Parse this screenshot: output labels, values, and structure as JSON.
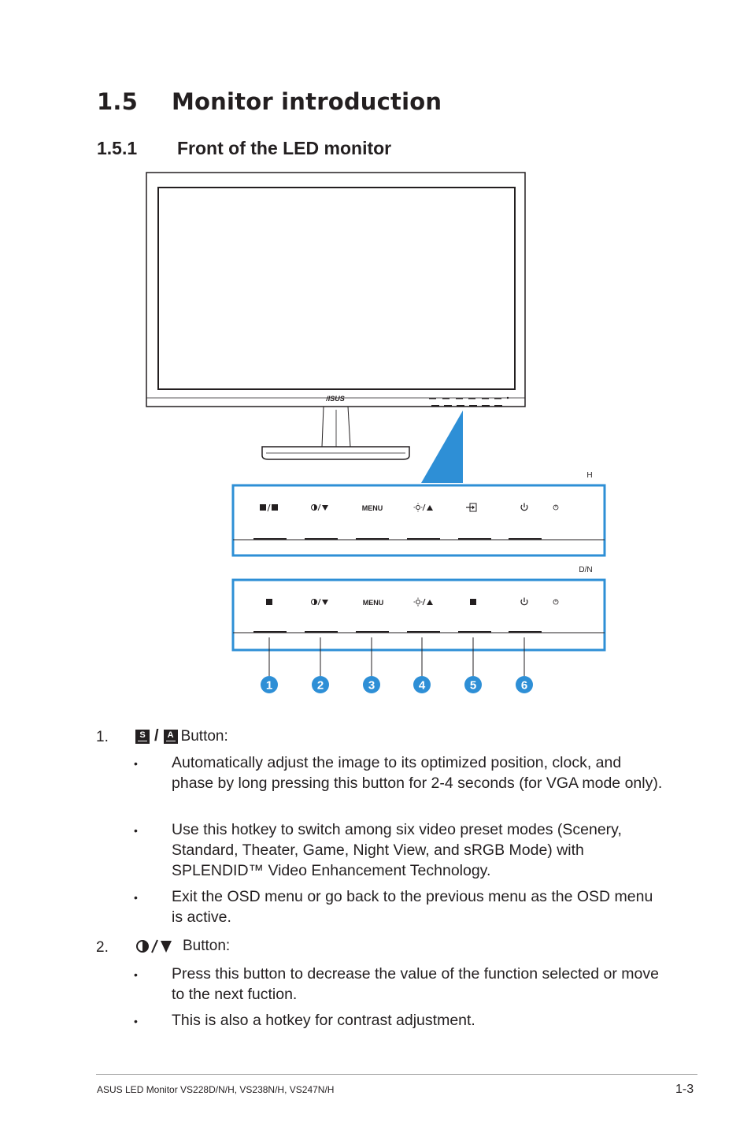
{
  "heading": {
    "number": "1.5",
    "title": "Monitor introduction"
  },
  "subheading": {
    "number": "1.5.1",
    "title": "Front of the LED monitor"
  },
  "figure": {
    "brand_logo": "/ISUS",
    "panel_h_label": "H",
    "panel_dn_label": "D/N",
    "menu_label": "MENU",
    "callouts": [
      "1",
      "2",
      "3",
      "4",
      "5",
      "6"
    ],
    "accent_color": "#2e8fd6"
  },
  "items": [
    {
      "number": "1.",
      "icon_names": [
        "splendid-s-icon",
        "auto-a-icon"
      ],
      "icon_letters": [
        "S",
        "A"
      ],
      "separator": "/",
      "label": "Button:",
      "bullets": [
        "Automatically adjust the image to its optimized position, clock, and phase by long pressing this button for 2-4 seconds (for VGA mode only).",
        "Use this hotkey to switch among six video preset modes (Scenery, Standard, Theater, Game, Night View, and sRGB Mode) with SPLENDID™ Video Enhancement Technology.",
        "Exit the OSD menu or go back to the previous menu as the OSD menu is active."
      ]
    },
    {
      "number": "2.",
      "icon_names": [
        "contrast-icon",
        "down-triangle-icon"
      ],
      "label": "Button:",
      "bullets": [
        "Press this button to decrease the value of the function selected or move to the next fuction.",
        "This is also a hotkey for contrast adjustment."
      ]
    }
  ],
  "bullet_char": "•",
  "footer": {
    "left": "ASUS LED Monitor VS228D/N/H, VS238N/H, VS247N/H",
    "right": "1-3"
  }
}
